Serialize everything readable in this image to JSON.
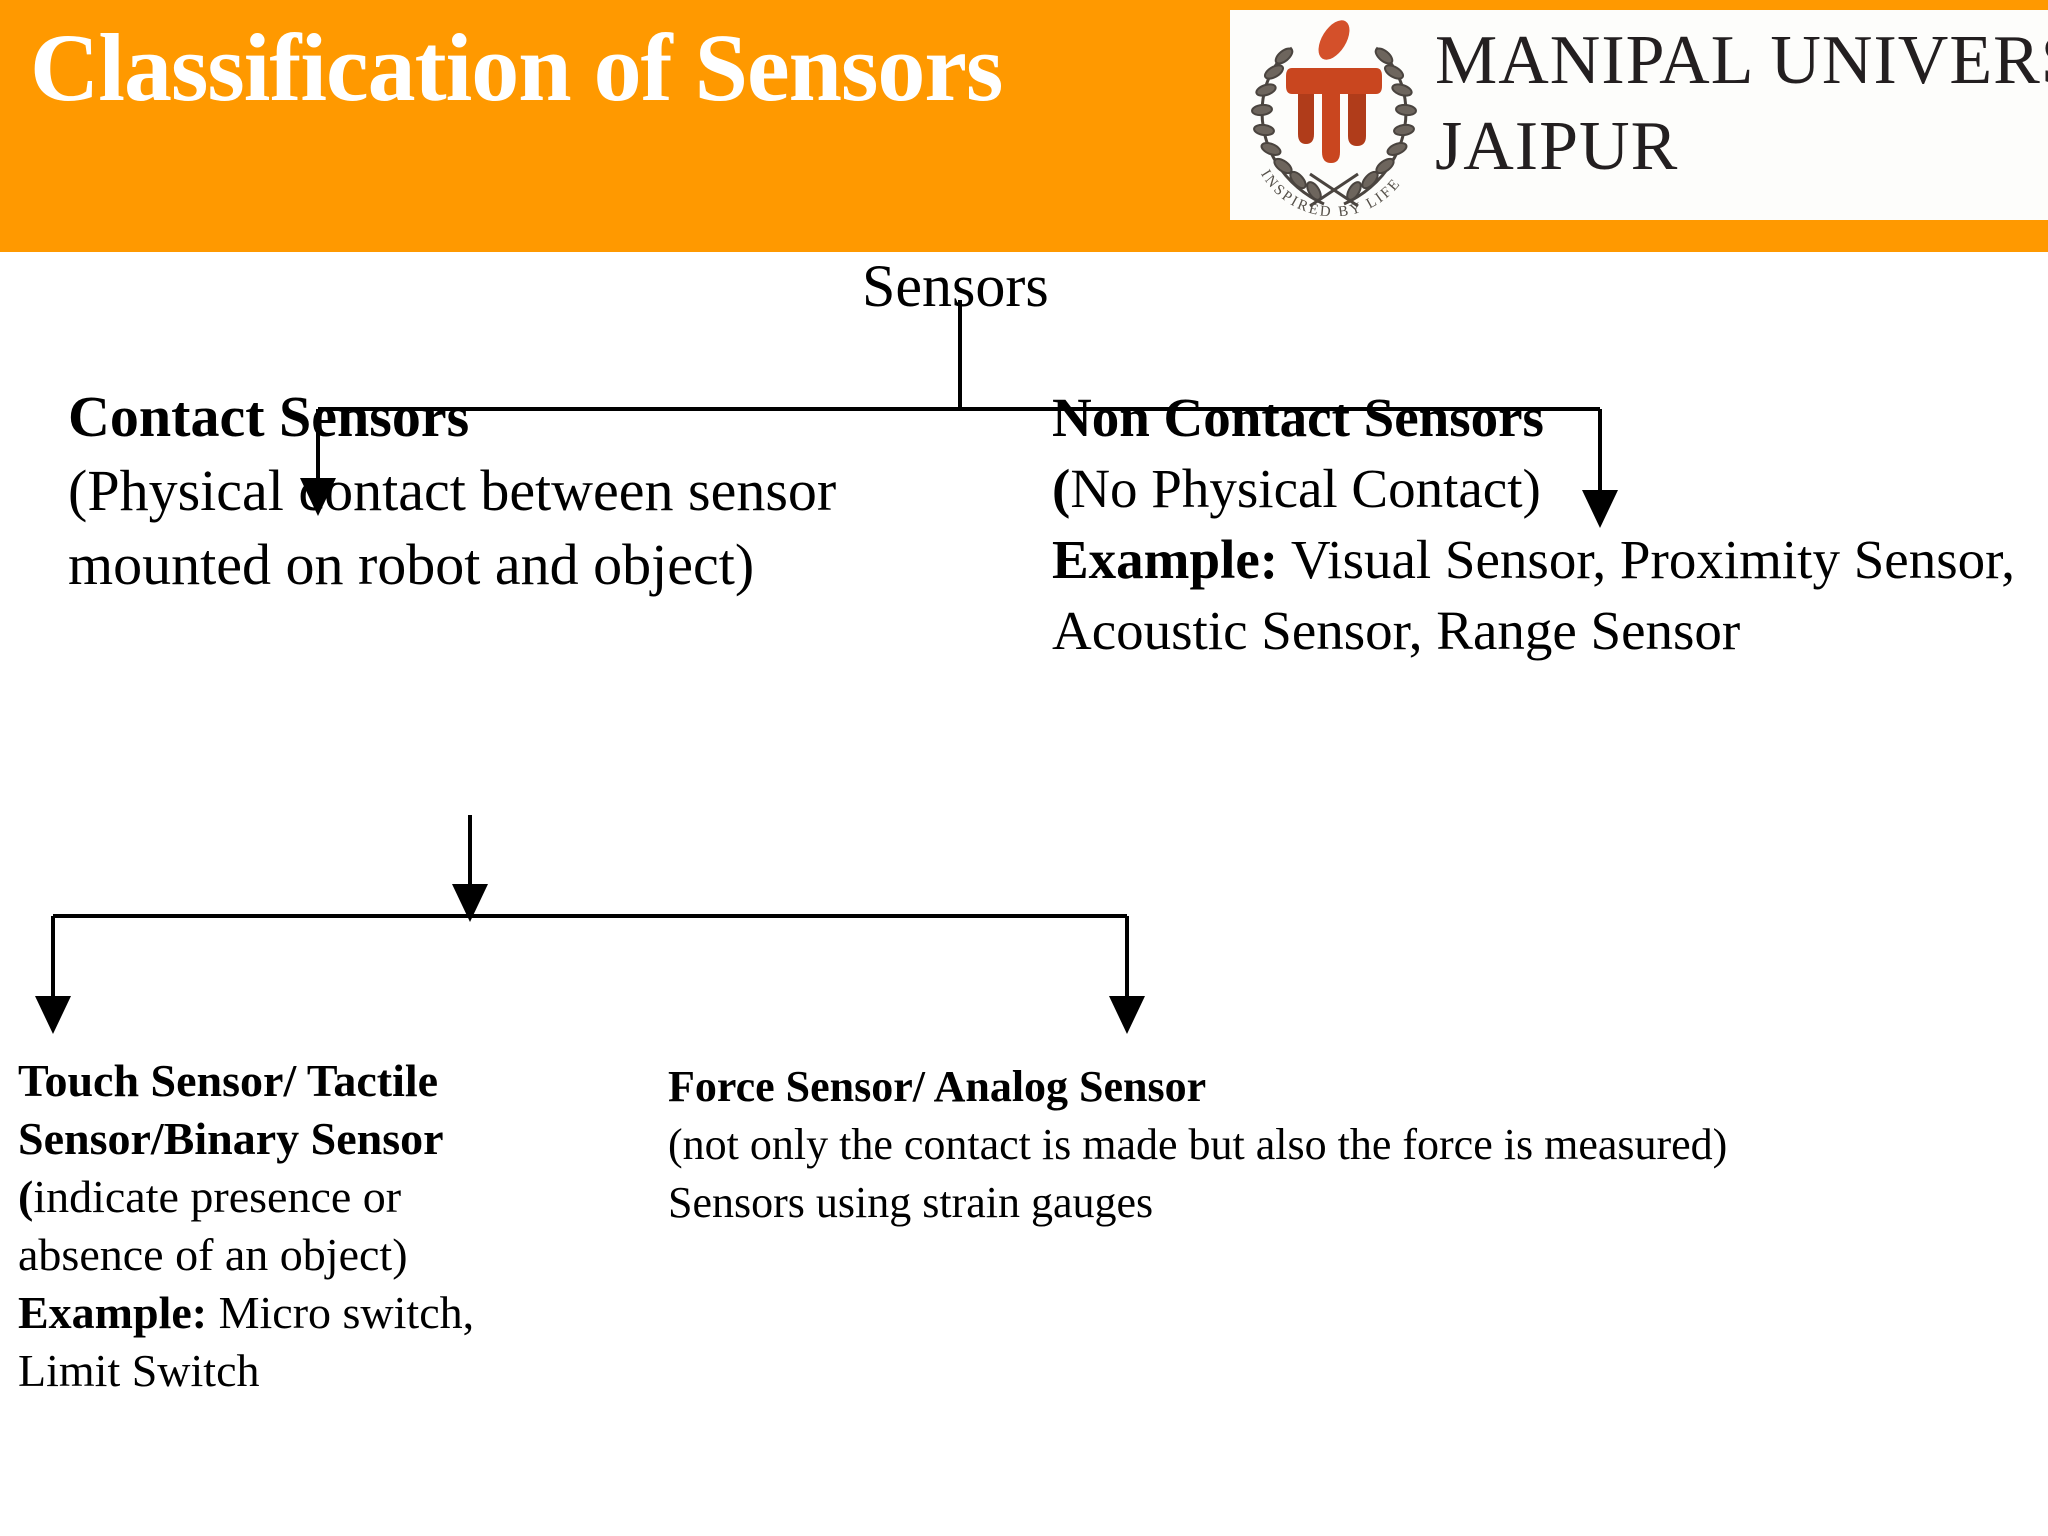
{
  "header": {
    "title": "Classification of Sensors",
    "accent_color": "#ff9900",
    "title_color": "#ffffff",
    "logo": {
      "crest_icon": "manipal-crest-icon",
      "motto": "INSPIRED BY LIFE",
      "wordmark_line1": "MANIPAL UNIVERSITY",
      "wordmark_line2": "JAIPUR"
    }
  },
  "tree": {
    "root": {
      "label": "Sensors"
    },
    "contact": {
      "title": "Contact Sensors",
      "description": "(Physical contact between sensor mounted on robot and object)"
    },
    "non_contact": {
      "title": "Non Contact Sensors",
      "paren_open": "(",
      "description": "No Physical Contact)",
      "example_label": "Example:",
      "example_text": " Visual Sensor, Proximity Sensor, Acoustic Sensor, Range Sensor"
    },
    "touch": {
      "title": "Touch Sensor/ Tactile Sensor/Binary Sensor",
      "paren_open": "(",
      "description": "indicate presence or absence of an object)",
      "example_label": "Example:",
      "example_text": " Micro switch, Limit Switch"
    },
    "force": {
      "title": "Force Sensor/ Analog Sensor",
      "description": "(not only the contact is made but also the force is measured)",
      "note": "Sensors using strain gauges"
    }
  }
}
